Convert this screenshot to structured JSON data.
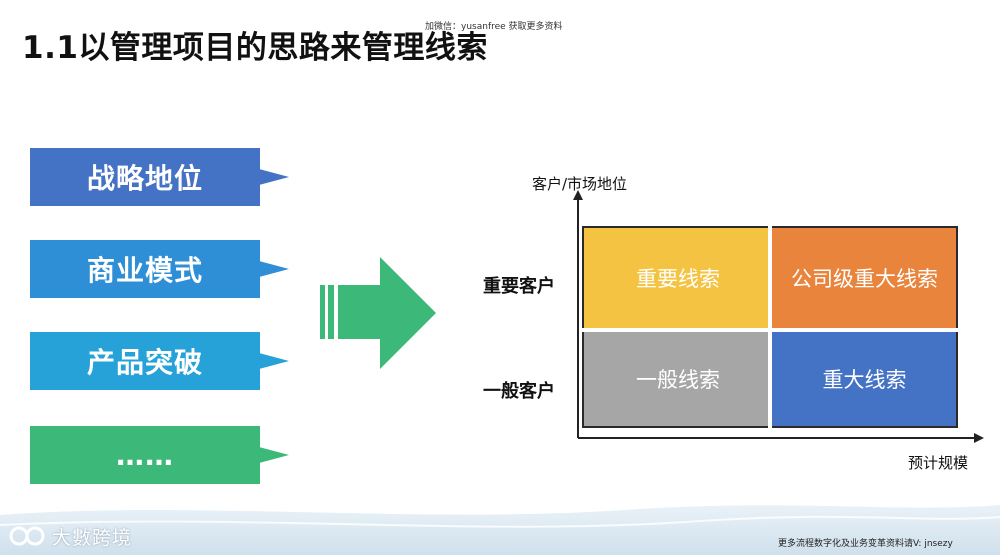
{
  "slide": {
    "title": "1.1以管理项目的思路来管理线索",
    "top_note": "加微信：yusanfree 获取更多资料",
    "footer_note": "更多流程数字化及业务变革资料请V: jnsezy",
    "brand": "大數跨境"
  },
  "callouts": [
    {
      "label": "战略地位",
      "color": "#4472c4"
    },
    {
      "label": "商业模式",
      "color": "#2e8ed6"
    },
    {
      "label": "产品突破",
      "color": "#27a2d8"
    },
    {
      "label": "……",
      "color": "#3cb878"
    }
  ],
  "arrow": {
    "color": "#3cb878"
  },
  "matrix": {
    "y_axis_label": "客户/市场地位",
    "x_axis_label": "预计规模",
    "row_labels": [
      "重要客户",
      "一般客户"
    ],
    "quadrants": [
      {
        "label": "重要线索",
        "color": "#f5c342"
      },
      {
        "label": "公司级重大线索",
        "color": "#e8843c"
      },
      {
        "label": "一般线索",
        "color": "#a6a6a6"
      },
      {
        "label": "重大线索",
        "color": "#4472c4"
      }
    ]
  }
}
